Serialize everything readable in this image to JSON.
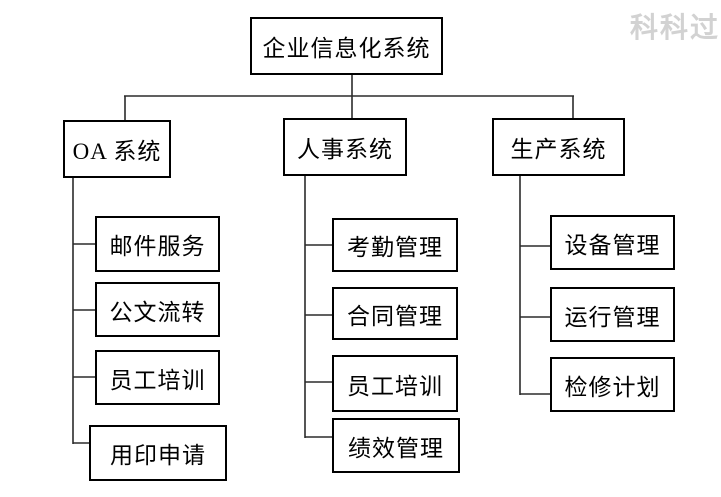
{
  "watermark": {
    "text": "科科过",
    "color": "#d2d2d2"
  },
  "diagram": {
    "root": {
      "label": "企业信息化系统"
    },
    "branches": [
      {
        "label": "OA 系统",
        "children": [
          {
            "label": "邮件服务"
          },
          {
            "label": "公文流转"
          },
          {
            "label": "员工培训"
          },
          {
            "label": "用印申请"
          }
        ]
      },
      {
        "label": "人事系统",
        "children": [
          {
            "label": "考勤管理"
          },
          {
            "label": "合同管理"
          },
          {
            "label": "员工培训"
          },
          {
            "label": "绩效管理"
          }
        ]
      },
      {
        "label": "生产系统",
        "children": [
          {
            "label": "设备管理"
          },
          {
            "label": "运行管理"
          },
          {
            "label": "检修计划"
          }
        ]
      }
    ]
  },
  "colors": {
    "background": "#ffffff",
    "box_border": "#000000",
    "connector_line": "#2b2b2b",
    "text": "#000000"
  }
}
